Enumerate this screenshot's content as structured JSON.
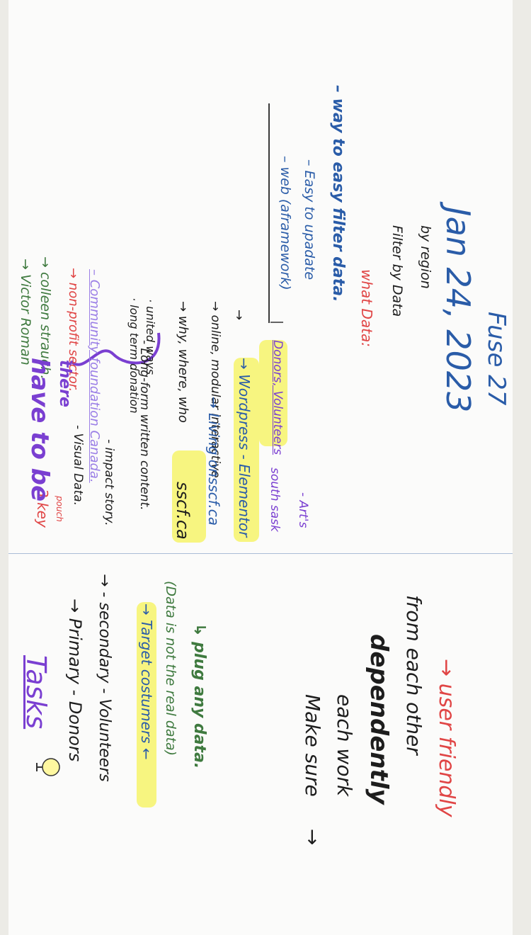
{
  "colors": {
    "green": "#3f7a3f",
    "purple": "#7a3fd1",
    "red": "#e04545",
    "blue": "#2a5ca8",
    "black": "#1d1d1d",
    "highlight": "#f6f36a"
  },
  "upper": {
    "people": [
      "→ Victor Roman",
      "→ colleen strauch.",
      "→ non-profit sector.",
      "– Community foundation Canada."
    ],
    "notes": [
      "· long term donation",
      "· united ways",
      "→ why, where, who",
      "→ online, modular interactive",
      "→"
    ],
    "req": [
      "– web (aframework)",
      "– Easy to upadate",
      "– way to easy filter data."
    ],
    "what": {
      "title": "what Data:",
      "line1": "Filter by Data",
      "line2": "by region"
    },
    "date": {
      "line1": "Jan 24, 2023",
      "line2": "Fuse 27"
    },
    "must": {
      "prefix": "3 key",
      "sub": "pouch",
      "text": "have to be",
      "text2": "there"
    },
    "pillars": [
      "- Visual Data.",
      "- impact story.",
      "- Long-form written content."
    ],
    "site": "sscf.ca",
    "links": {
      "living": "→ Living onsscf.ca",
      "wp": "→ Wordpress - Elementor",
      "south": "south sask",
      "south_rest": "Donors, Volunteers",
      "arts": "- Art's"
    }
  },
  "lower": {
    "title": "Tasks",
    "primary": "→ Primary - Donors",
    "secondary": "→ - secondary - Volunteers",
    "target": "→ Target costumers ←",
    "data_note": "(Data is not the real data)",
    "plug": "↳ plug any data.",
    "make": {
      "l1": "Make sure",
      "l2": "each work",
      "l3": "dependently",
      "l4": "from each other"
    },
    "arrow1": "→",
    "user": "→ user friendly"
  }
}
